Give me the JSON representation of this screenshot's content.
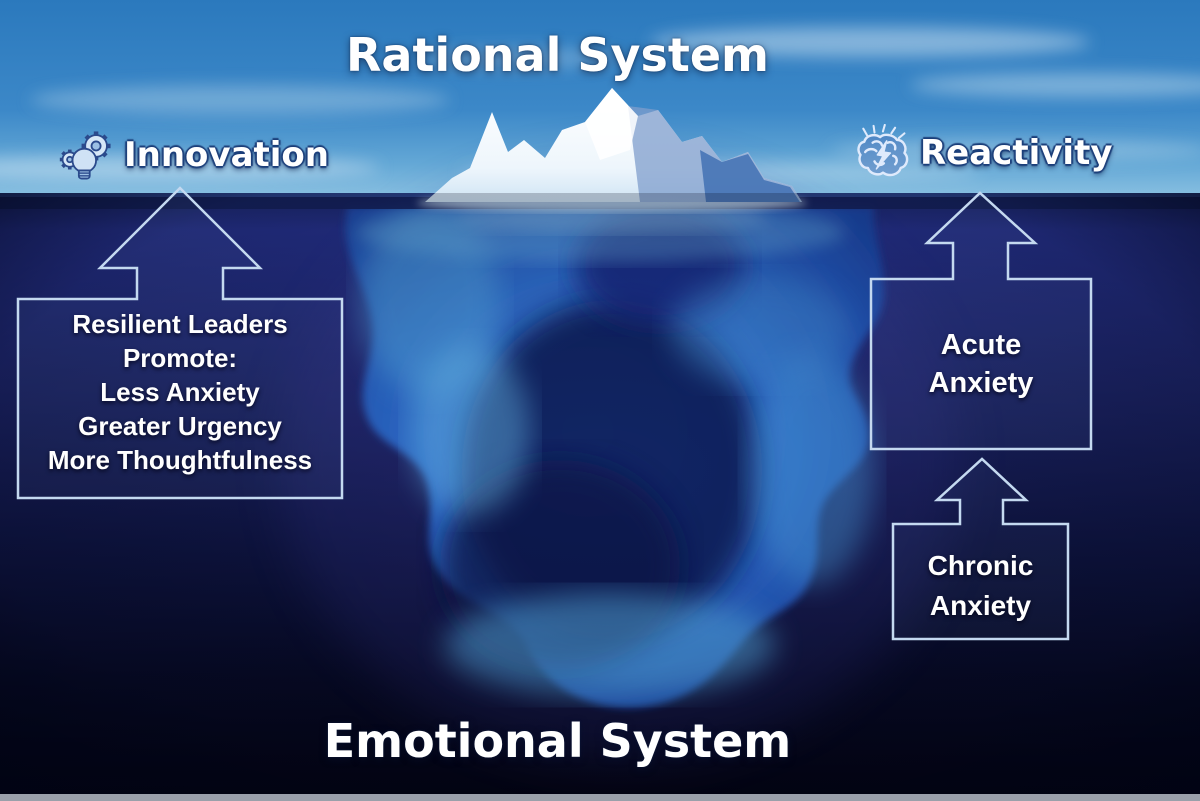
{
  "diagram": {
    "top_title": "Rational System",
    "bottom_title": "Emotional System",
    "innovation_label": "Innovation",
    "reactivity_label": "Reactivity",
    "resilient_box": {
      "lines": [
        "Resilient Leaders",
        "Promote:",
        "Less Anxiety",
        "Greater Urgency",
        "More Thoughtfulness"
      ]
    },
    "acute_box": {
      "lines": [
        "Acute",
        "Anxiety"
      ]
    },
    "chronic_box": {
      "lines": [
        "Chronic",
        "Anxiety"
      ]
    },
    "icons": {
      "innovation": "gears-lightbulb-icon",
      "reactivity": "brain-spark-icon"
    },
    "colors": {
      "sky": "#3c88c8",
      "sky_horizon": "#86c0e2",
      "water_top": "#27338f",
      "water_deep": "#05071a",
      "iceberg_above": "#ffffff",
      "iceberg_below_bright": "#4fa8e8",
      "box_border": "#c4d9f0",
      "text": "#ffffff"
    }
  }
}
